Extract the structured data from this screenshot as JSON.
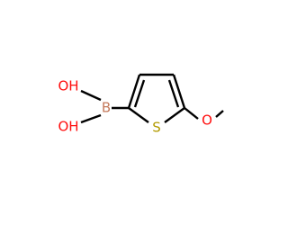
{
  "molecule": {
    "atoms": {
      "oh_top": "OH",
      "oh_bottom": "OH",
      "boron": "B",
      "sulfur": "S",
      "oxygen": "O"
    }
  },
  "colors": {
    "bond": "#000000",
    "oxygen": "#ff0d0d",
    "boron": "#c47a5c",
    "sulfur": "#b29a00"
  }
}
